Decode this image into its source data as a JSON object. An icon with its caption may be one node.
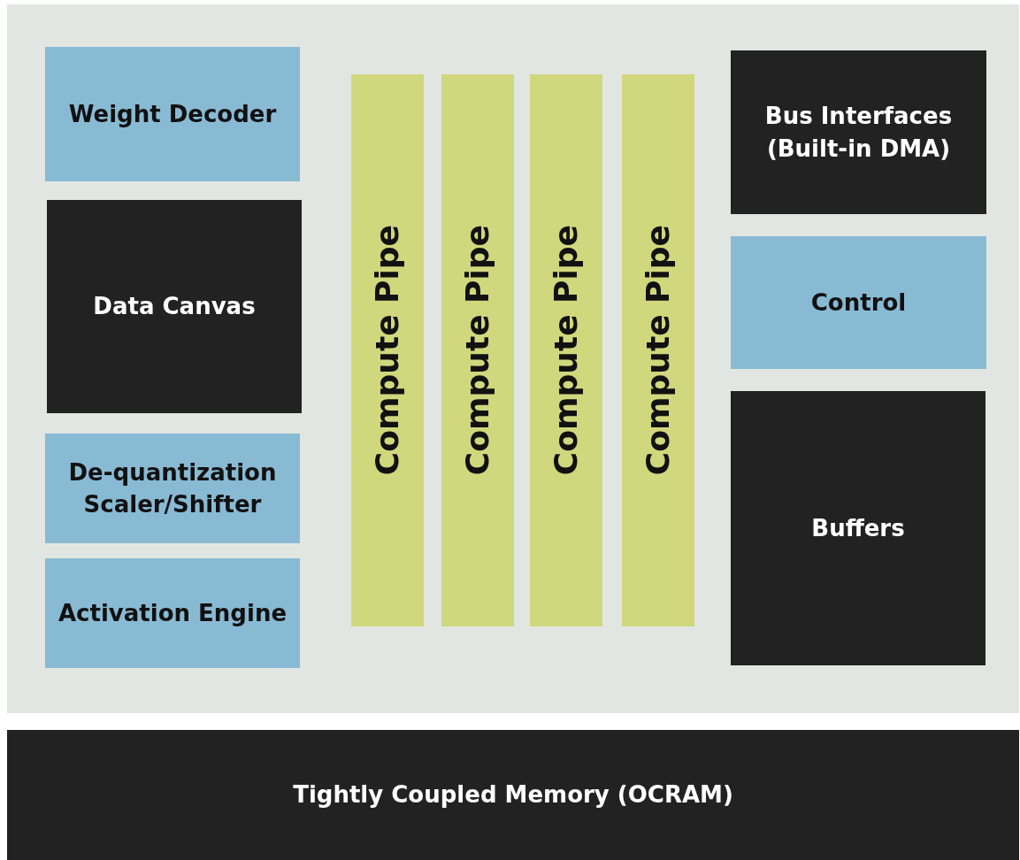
{
  "diagram": {
    "nodes": [
      {
        "text": [],
        "shape": "box"
      },
      {
        "text": [
          "Weight Decoder"
        ],
        "in": 0
      },
      {
        "text": [
          "Data Canvas"
        ],
        "in": 0
      },
      {
        "text": [
          "De-quantization Scaler/Shifter"
        ],
        "in": 0
      },
      {
        "text": [
          "Activation Engine"
        ],
        "in": 0
      },
      {
        "text": [
          "Compute Pipe"
        ],
        "in": 0
      },
      {
        "text": [
          "Compute Pipe"
        ],
        "in": 0
      },
      {
        "text": [
          "Compute Pipe"
        ],
        "in": 0
      },
      {
        "text": [
          "Compute Pipe"
        ],
        "in": 0
      },
      {
        "text": [
          "Bus Interfaces (Built-in DMA)"
        ],
        "in": 0
      },
      {
        "text": [
          "Control"
        ],
        "in": 0
      },
      {
        "text": [
          "Buffers"
        ],
        "in": 0
      },
      {
        "text": [
          "Tightly Coupled Memory (OCRAM)"
        ]
      }
    ],
    "edges": []
  }
}
